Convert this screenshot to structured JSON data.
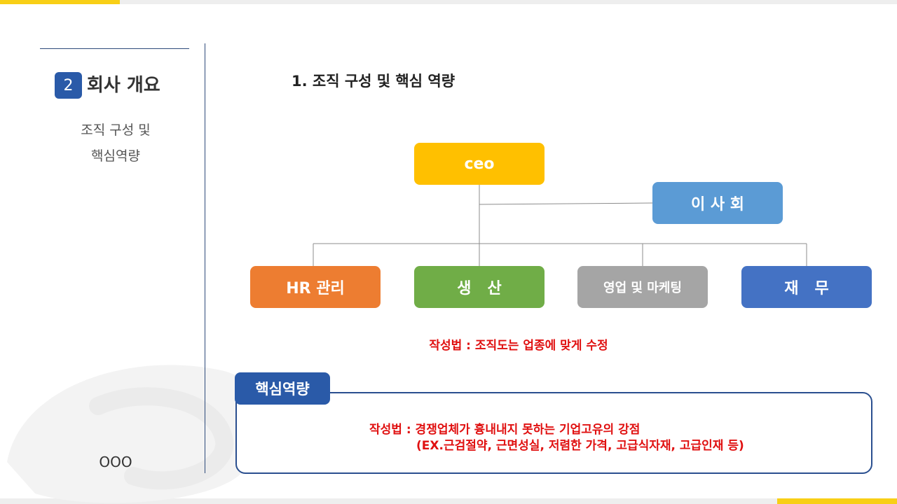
{
  "sidebar": {
    "section_number": "2",
    "section_title": "회사 개요",
    "subtitle_line1": "조직 구성 및",
    "subtitle_line2": "핵심역량",
    "footer": "OOO"
  },
  "main": {
    "heading": "1. 조직 구성 및 핵심 역량",
    "org_chart": {
      "ceo": "ceo",
      "board": "이 사 회",
      "departments": [
        "HR 관리",
        "생   산",
        "영업 및 마케팅",
        "재   무"
      ]
    },
    "org_note": "작성법 : 조직도는 업종에 맞게 수정",
    "core": {
      "tab_label": "핵심역량",
      "note_line1": "작성법 : 경쟁업체가 흉내내지 못하는 기업고유의 강점",
      "note_line2": "(EX.근검절약, 근면성실, 저렴한 가격, 고급식자재, 고급인재 등)"
    }
  },
  "colors": {
    "accent_yellow": "#f8cf16",
    "navy": "#2a5aa8",
    "ceo": "#ffc000",
    "board": "#5b9bd5",
    "hr": "#ed7d31",
    "production": "#70ad47",
    "sales": "#a5a5a5",
    "finance": "#4472c4",
    "note_red": "#e01010"
  }
}
